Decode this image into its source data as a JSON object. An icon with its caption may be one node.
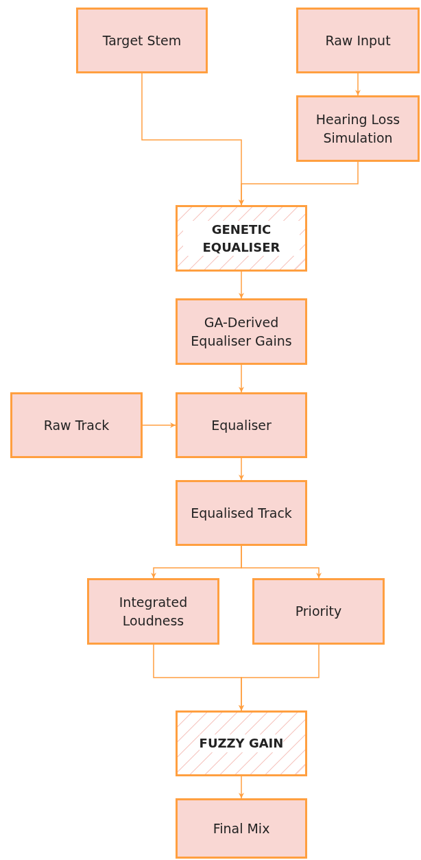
{
  "diagram": {
    "nodes": [
      {
        "text": [
          "Target Stem"
        ]
      },
      {
        "text": [
          "Raw Input"
        ]
      },
      {
        "text": [
          "Hearing Loss Simulation"
        ]
      },
      {
        "text": [
          "GENETIC EQUALISER"
        ]
      },
      {
        "text": [
          "GA-Derived Equaliser Gains"
        ]
      },
      {
        "text": [
          "Raw Track"
        ]
      },
      {
        "text": [
          "Equaliser"
        ]
      },
      {
        "text": [
          "Equalised Track"
        ]
      },
      {
        "text": [
          "Integrated Loudness"
        ]
      },
      {
        "text": [
          "Priority"
        ]
      },
      {
        "text": [
          "FUZZY GAIN"
        ]
      },
      {
        "text": [
          "Final Mix"
        ]
      }
    ],
    "edges": [
      {
        "from": 1,
        "to": 2,
        "arrow": "to"
      },
      {
        "from": 0,
        "to": 3,
        "arrow": "to"
      },
      {
        "from": 2,
        "to": 3,
        "arrow": "to"
      },
      {
        "from": 3,
        "to": 4,
        "arrow": "to"
      },
      {
        "from": 4,
        "to": 6,
        "arrow": "to"
      },
      {
        "from": 5,
        "to": 6,
        "arrow": "to"
      },
      {
        "from": 6,
        "to": 7,
        "arrow": "to"
      },
      {
        "from": 7,
        "to": 8,
        "arrow": "to"
      },
      {
        "from": 7,
        "to": 9,
        "arrow": "to"
      },
      {
        "from": 8,
        "to": 10,
        "arrow": "to"
      },
      {
        "from": 9,
        "to": 10,
        "arrow": "to"
      },
      {
        "from": 10,
        "to": 11,
        "arrow": "to"
      }
    ]
  }
}
